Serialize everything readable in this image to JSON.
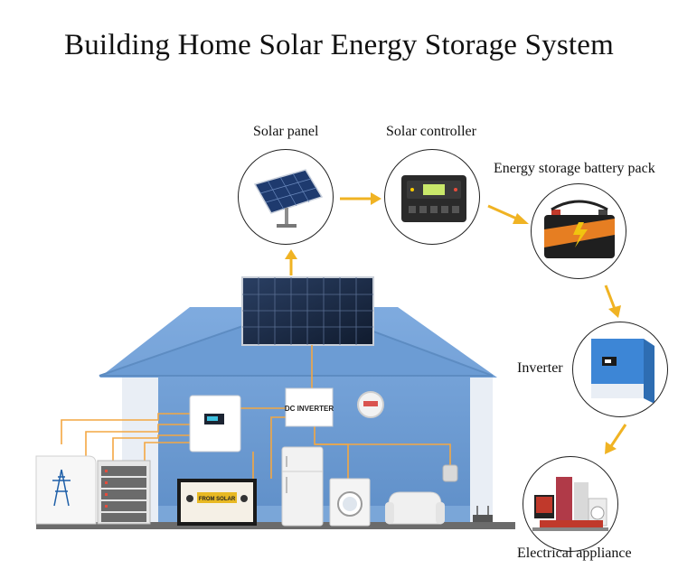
{
  "title": "Building Home Solar Energy Storage System",
  "nodes": {
    "solar_panel": "Solar panel",
    "solar_controller": "Solar controller",
    "battery_pack": "Energy storage battery pack",
    "inverter": "Inverter",
    "appliance": "Electrical appliance"
  },
  "house": {
    "dc_inverter_label": "DC INVERTER",
    "tv_screen_text": "FROM SOLAR"
  },
  "colors": {
    "flow_arrow": "#f0b323",
    "wire": "#f4a742",
    "house_wall": "#6f9fd6",
    "house_interior": "#ffffff"
  }
}
